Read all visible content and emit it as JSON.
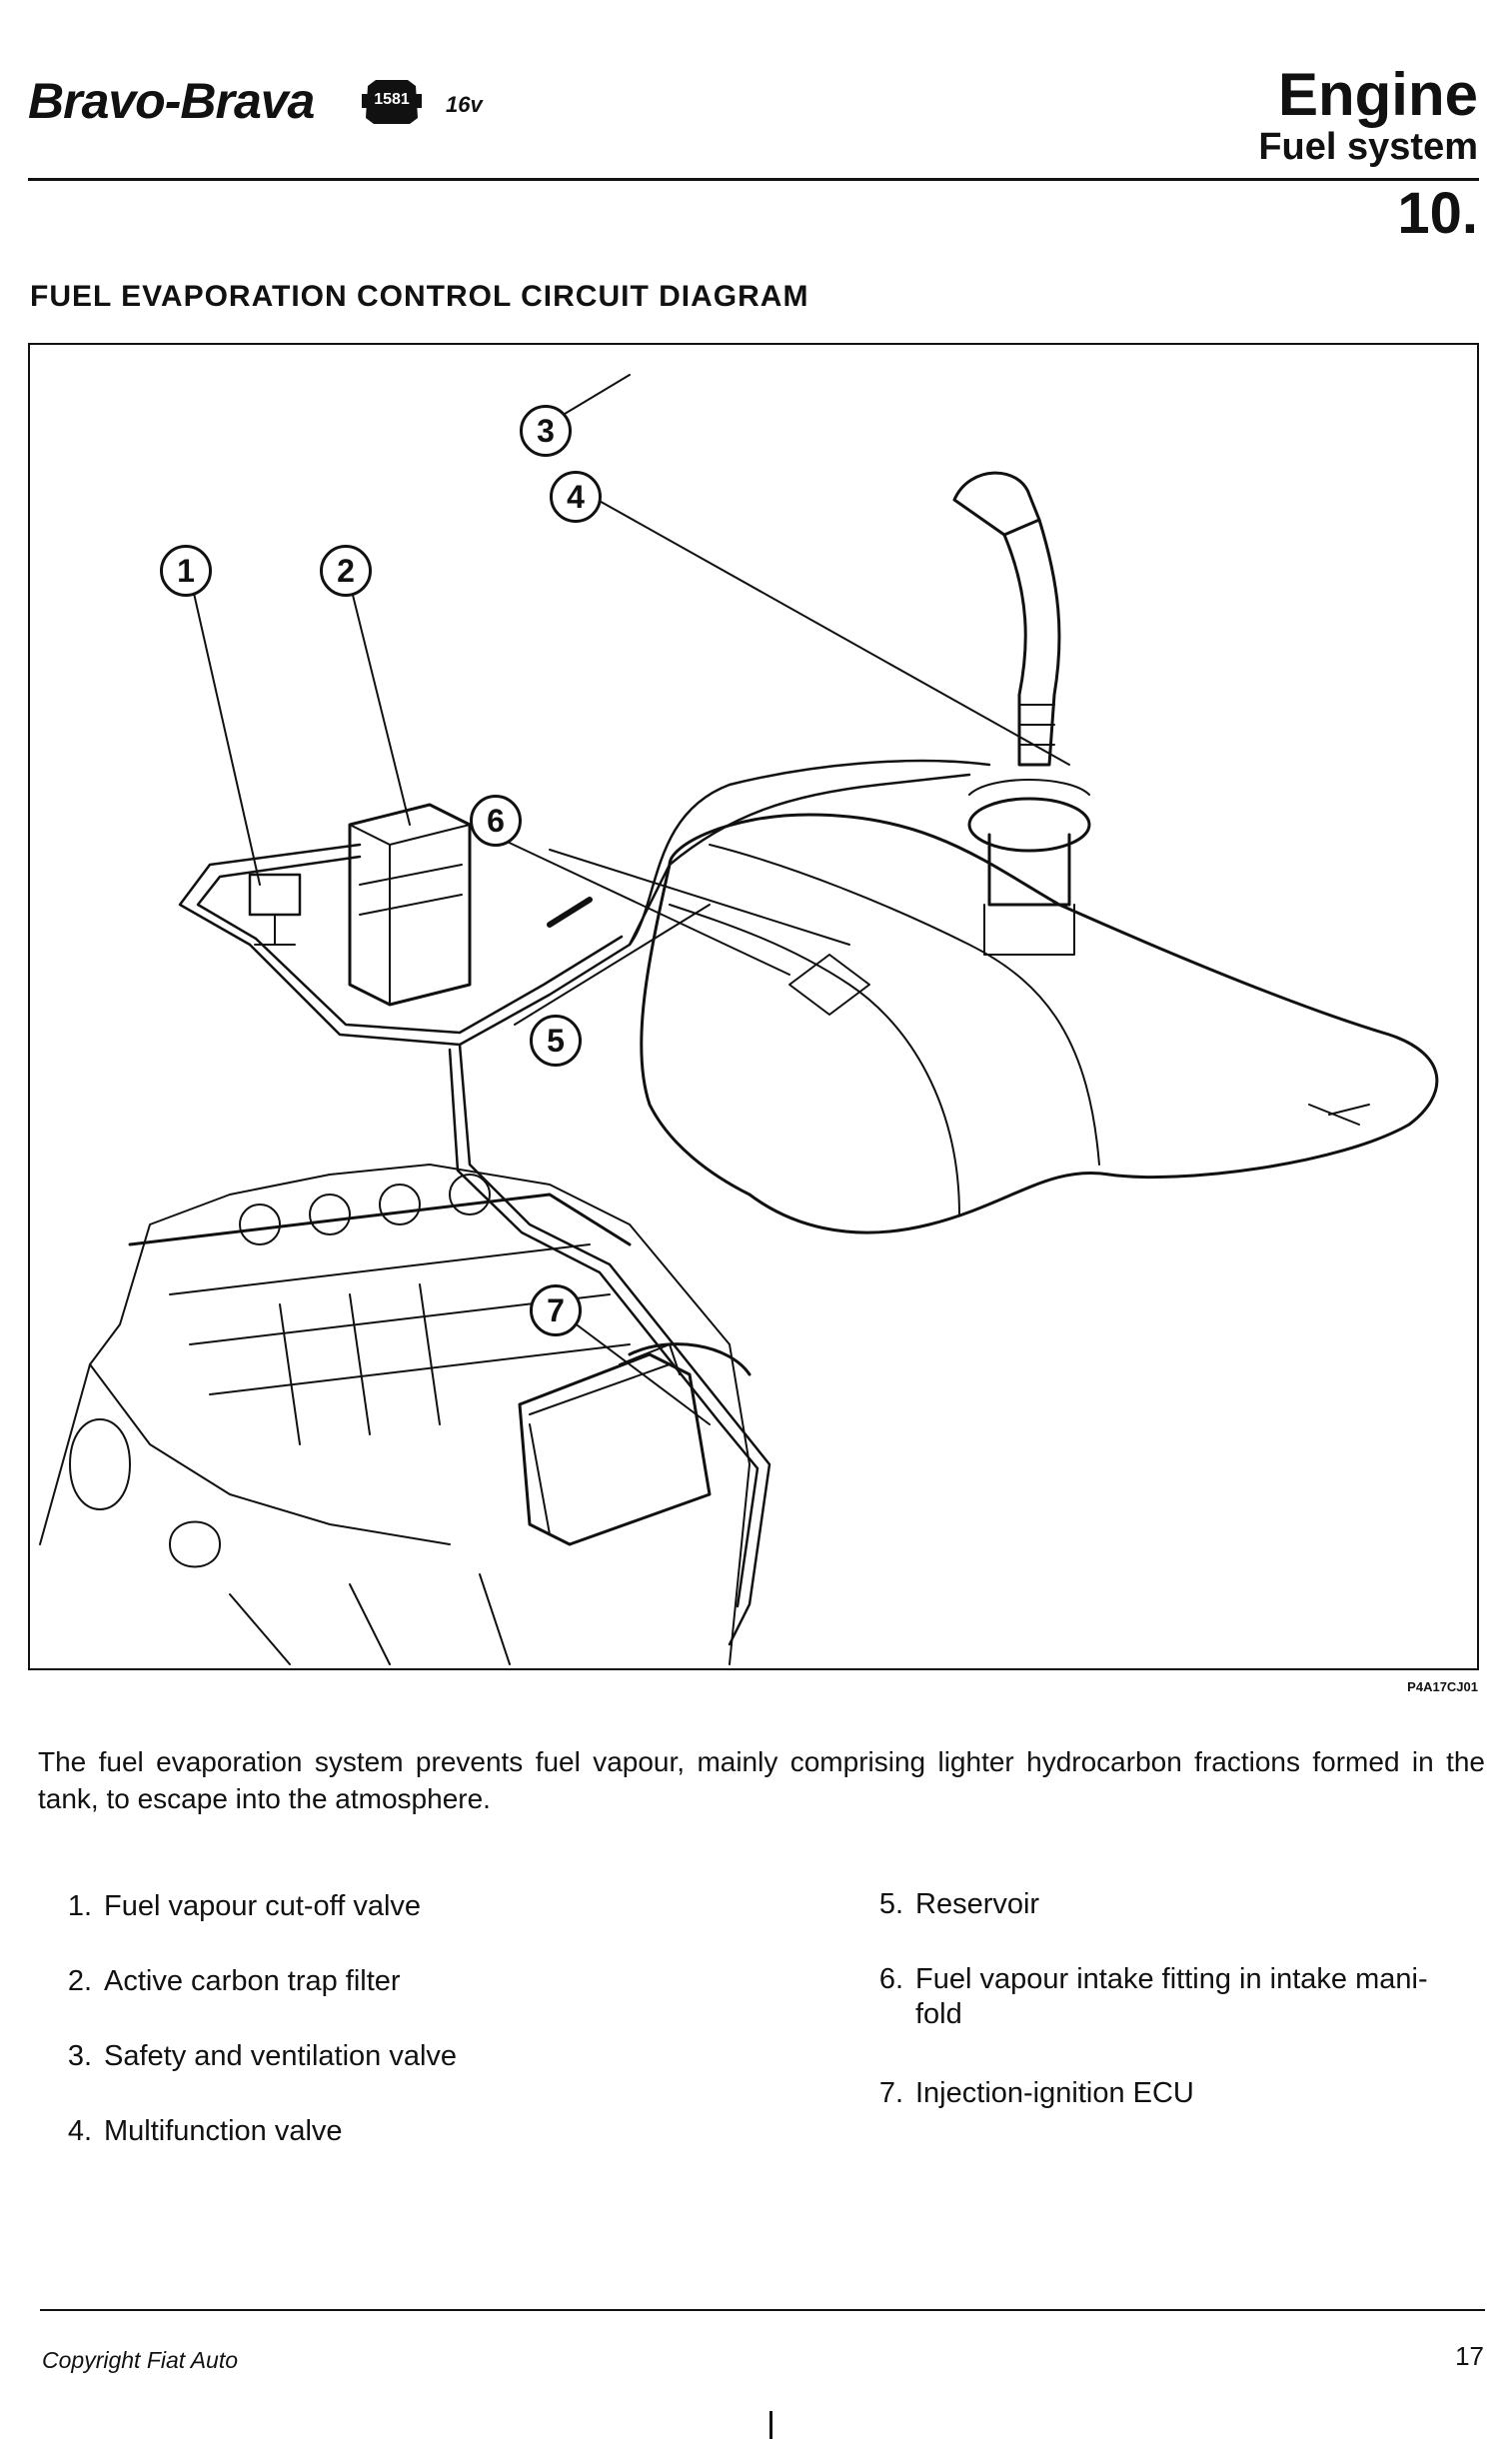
{
  "header": {
    "model": "Bravo-Brava",
    "engine_code": "1581",
    "valves": "16v",
    "section": "Engine",
    "subsection": "Fuel system",
    "section_number": "10."
  },
  "title": "FUEL EVAPORATION CONTROL CIRCUIT DIAGRAM",
  "figure": {
    "code": "P4A17CJ01",
    "callouts": [
      "1",
      "2",
      "3",
      "4",
      "5",
      "6",
      "7"
    ]
  },
  "intro": "The fuel evaporation system prevents fuel vapour, mainly comprising lighter hydrocarbon fractions formed in the tank, to escape into the atmosphere.",
  "legend": [
    {
      "num": "1.",
      "text": "Fuel vapour cut-off valve"
    },
    {
      "num": "2.",
      "text": "Active carbon trap filter"
    },
    {
      "num": "3.",
      "text": "Safety and ventilation valve"
    },
    {
      "num": "4.",
      "text": "Multifunction valve"
    },
    {
      "num": "5.",
      "text": "Reservoir"
    },
    {
      "num": "6.",
      "text": "Fuel vapour intake fitting in intake mani-"
    },
    {
      "num": "",
      "text": "fold"
    },
    {
      "num": "7.",
      "text": "Injection-ignition ECU"
    }
  ],
  "footer": {
    "copyright": "Copyright Fiat Auto",
    "page": "17"
  }
}
